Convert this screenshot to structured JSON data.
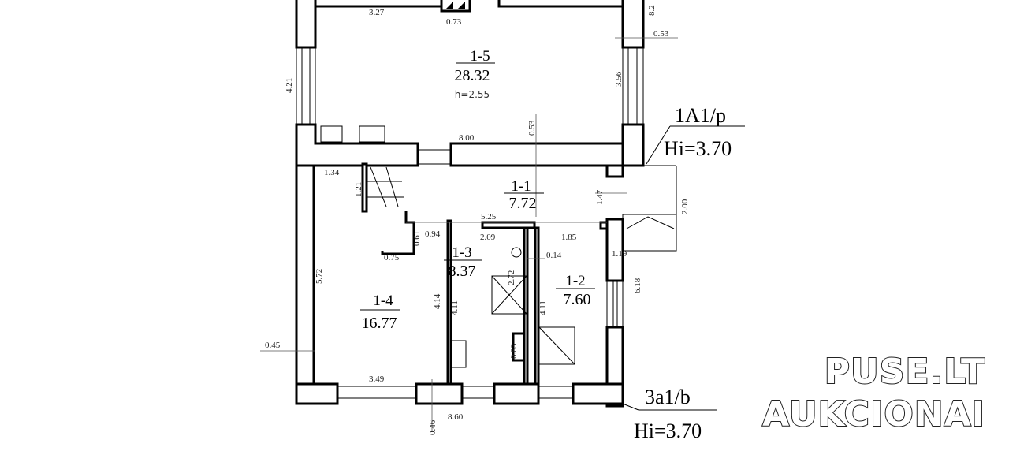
{
  "rooms": [
    {
      "id": "1-5",
      "area": "28.32",
      "height": "h=2.55"
    },
    {
      "id": "1-1",
      "area": "7.72"
    },
    {
      "id": "1-4",
      "area": "16.77"
    },
    {
      "id": "1-3",
      "area": "8.37"
    },
    {
      "id": "1-2",
      "area": "7.60"
    }
  ],
  "dimensions": {
    "d327": "3.27",
    "d073": "0.73",
    "d82": "8.2",
    "d053a": "0.53",
    "d421": "4.21",
    "d356": "3.56",
    "d800": "8.00",
    "d053b": "0.53",
    "d134": "1.34",
    "d121": "1.21",
    "d147": "1.47",
    "d200": "2.00",
    "d525": "5.25",
    "d061": "0.61",
    "d094": "0.94",
    "d209": "2.09",
    "d185": "1.85",
    "d075": "0.75",
    "d014": "0.14",
    "d119": "1.19",
    "d572": "5.72",
    "d414": "4.14",
    "d411a": "4.11",
    "d272": "2.72",
    "d411b": "4.11",
    "d618": "6.18",
    "d083": "0.83",
    "d045": "0.45",
    "d349": "3.49",
    "d046": "0.46",
    "d860": "8.60"
  },
  "levels": [
    {
      "code": "1A1/p",
      "height": "Hi=3.70"
    },
    {
      "code": "3a1/b",
      "height": "Hi=3.70"
    }
  ],
  "watermark": {
    "line1": "PUSE.LT",
    "line2": "AUKCIONAI"
  }
}
